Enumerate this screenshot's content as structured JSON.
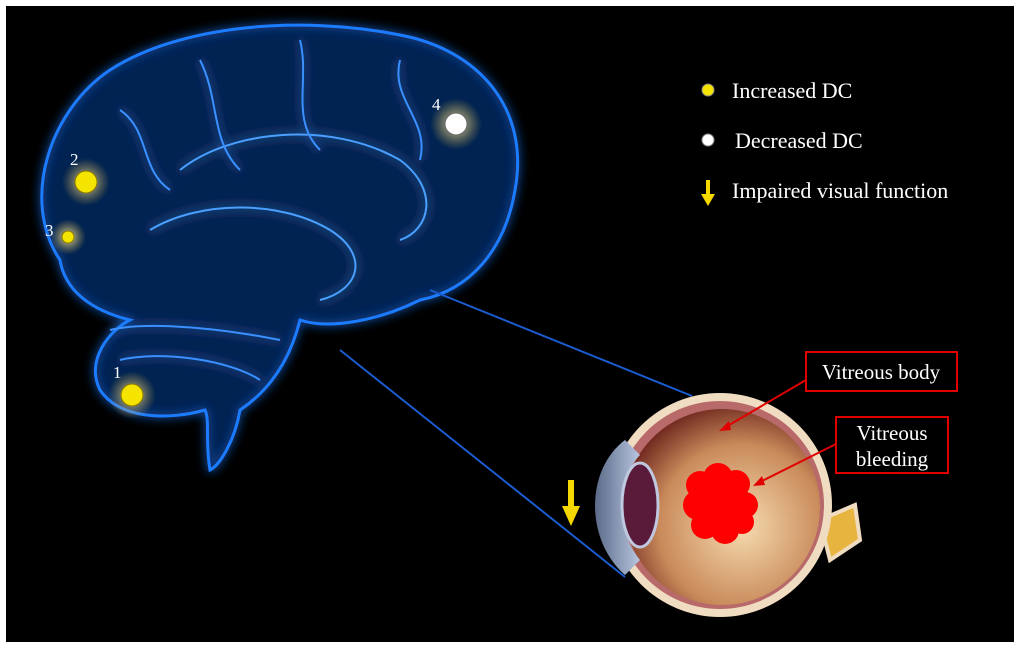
{
  "legend": {
    "items": [
      {
        "label": "Increased DC",
        "icon": "yellow-dot-icon",
        "color": "#f5e400"
      },
      {
        "label": "Decreased DC",
        "icon": "white-dot-icon",
        "color": "#ffffff"
      },
      {
        "label": "Impaired visual function",
        "icon": "down-arrow-icon",
        "color": "#f5d800"
      }
    ]
  },
  "regions": [
    {
      "number": "1",
      "type": "increased"
    },
    {
      "number": "2",
      "type": "increased"
    },
    {
      "number": "3",
      "type": "increased"
    },
    {
      "number": "4",
      "type": "decreased"
    }
  ],
  "eye_labels": {
    "vitreous_body": "Vitreous body",
    "vitreous_bleeding_line1": "Vitreous",
    "vitreous_bleeding_line2": "bleeding"
  },
  "colors": {
    "brain": "#1e7bff",
    "annotation": "#e00000",
    "background": "#000000"
  }
}
